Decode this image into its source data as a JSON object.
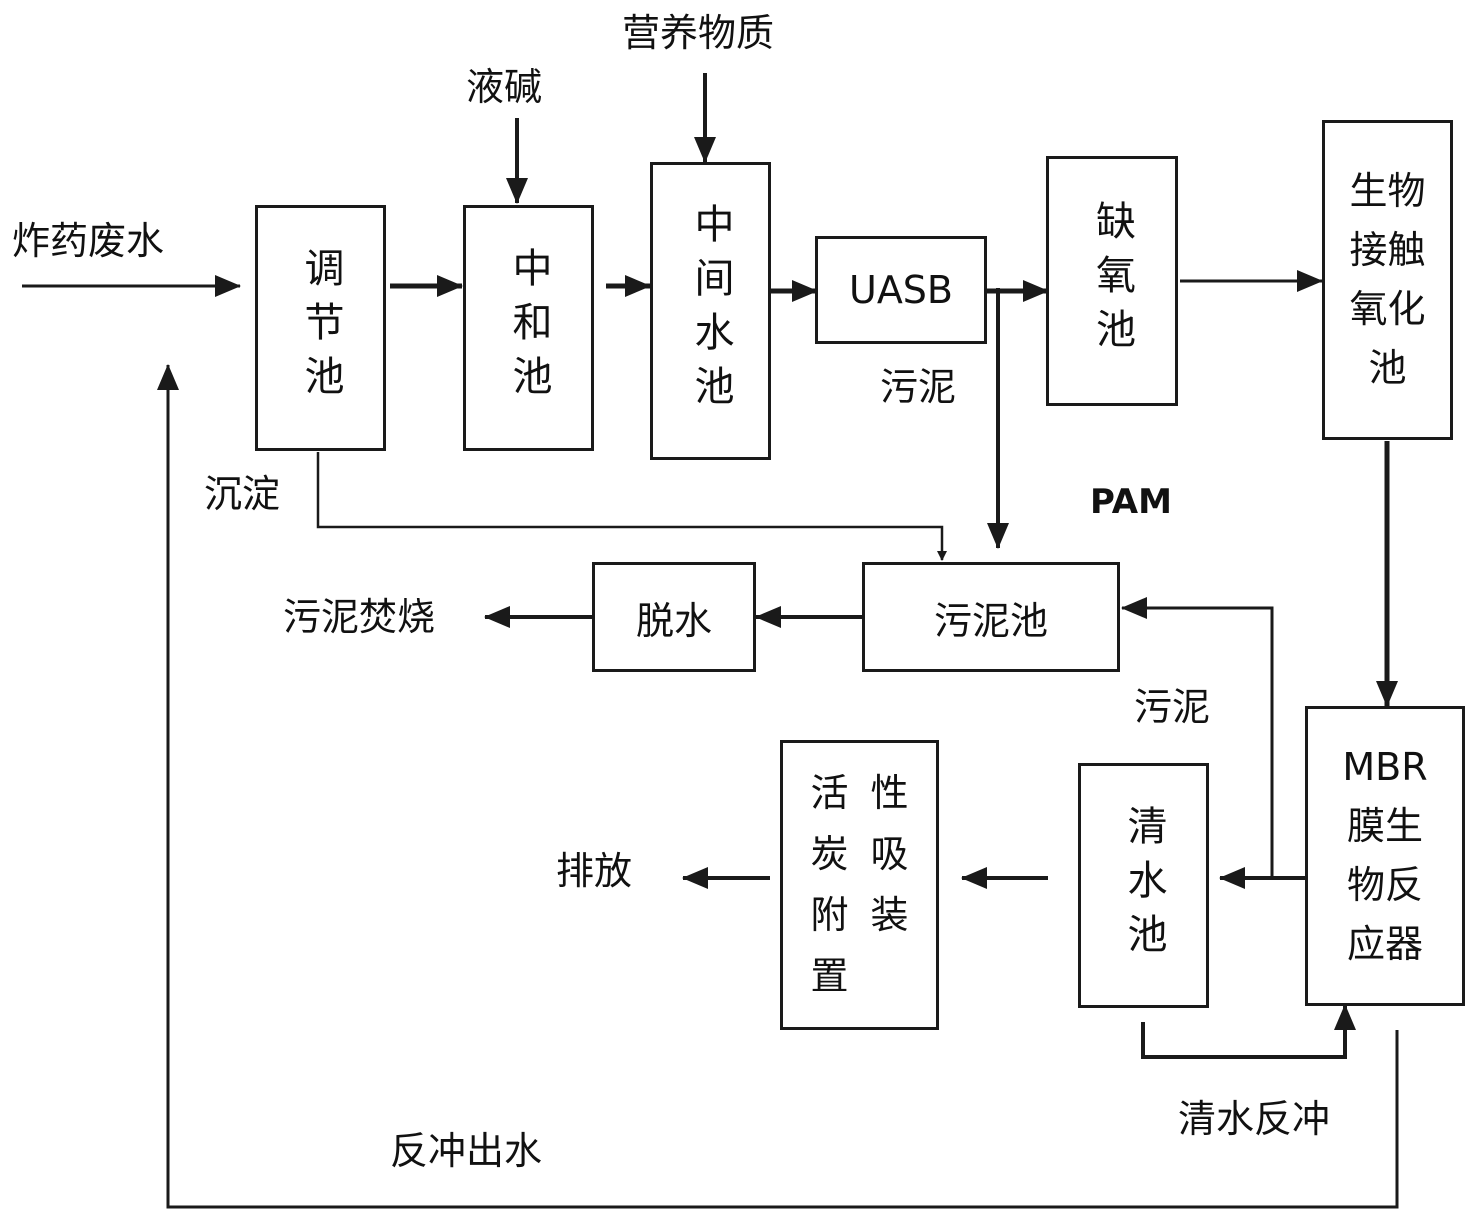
{
  "inputs": {
    "wastewater": "炸药废水",
    "alkali": "液碱",
    "nutrients": "营养物质",
    "pam": "PAM"
  },
  "boxes": {
    "regulating": "调节池",
    "neutralization": "中和池",
    "intermediate": "中间水池",
    "uasb": "UASB",
    "anoxic": "缺氧池",
    "contact_oxidation_lines": [
      "生物",
      "接触",
      "氧化",
      "池"
    ],
    "mbr_top": "MBR",
    "mbr_lines": [
      "膜生",
      "物反",
      "应器"
    ],
    "sludge_tank": "污泥池",
    "dewatering": "脱水",
    "clear_water": "清水池",
    "carbon_cells": [
      "活",
      "性",
      "炭",
      "吸",
      "附",
      "装",
      "置",
      ""
    ]
  },
  "labels": {
    "sludge_uasb": "污泥",
    "sedimentation": "沉淀",
    "sludge_incineration": "污泥焚烧",
    "sludge_mbr": "污泥",
    "discharge": "排放",
    "clear_backwash": "清水反冲",
    "backwash_outflow": "反冲出水"
  }
}
